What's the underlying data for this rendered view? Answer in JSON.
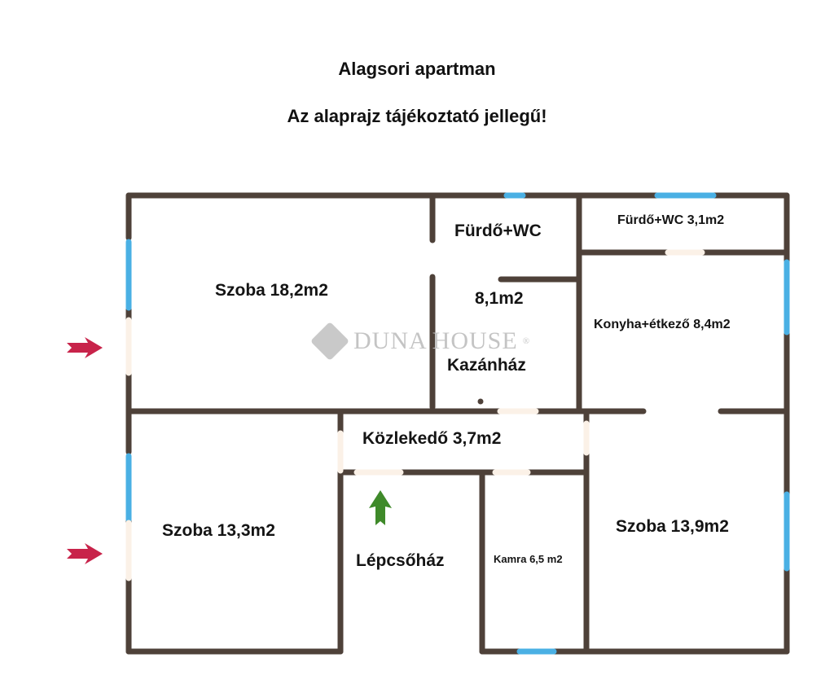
{
  "header": {
    "title": "Alagsori apartman",
    "subtitle": "Az alaprajz tájékoztató jellegű!"
  },
  "watermark": {
    "brand_first": "DUNA",
    "brand_second": "HOUSE",
    "registered_mark": "®",
    "logo_icon": "diamond-wave-logo-icon"
  },
  "rooms": [
    {
      "id": "szoba-1",
      "label": "Szoba 18,2m2",
      "area_m2": 18.2
    },
    {
      "id": "furdo-wc-1-name",
      "label": "Fürdő+WC"
    },
    {
      "id": "furdo-wc-1-area",
      "label": "8,1m2",
      "area_m2": 8.1
    },
    {
      "id": "kazanhaz",
      "label": "Kazánház"
    },
    {
      "id": "furdo-wc-2",
      "label": "Fürdő+WC 3,1m2",
      "area_m2": 3.1
    },
    {
      "id": "konyha",
      "label": "Konyha+étkező 8,4m2",
      "area_m2": 8.4
    },
    {
      "id": "kozlekedo",
      "label": "Közlekedő 3,7m2",
      "area_m2": 3.7
    },
    {
      "id": "szoba-2",
      "label": "Szoba 13,3m2",
      "area_m2": 13.3
    },
    {
      "id": "lepcsohaz",
      "label": "Lépcsőház"
    },
    {
      "id": "kamra",
      "label": "Kamra 6,5 m2",
      "area_m2": 6.5
    },
    {
      "id": "szoba-3",
      "label": "Szoba 13,9m2",
      "area_m2": 13.9
    }
  ],
  "markers": {
    "entrance_arrows": [
      "red-arrow-icon",
      "red-arrow-icon"
    ],
    "stair_arrow": "green-up-arrow-icon"
  },
  "colors": {
    "wall": "#4e4139",
    "window": "#4ab0e4",
    "door": "#fbf1e7",
    "entrance_arrow": "#c8234a",
    "stair_arrow": "#3f8a2a",
    "watermark": "#c4c4c4"
  }
}
